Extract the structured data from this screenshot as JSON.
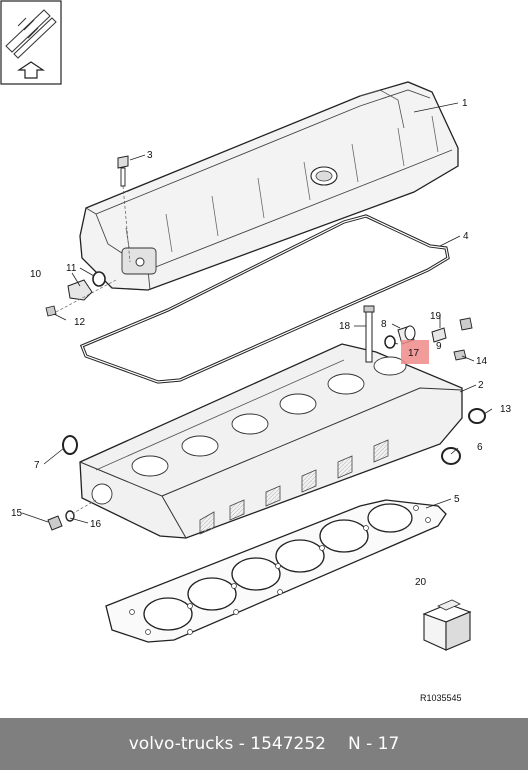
{
  "diagram": {
    "callouts": {
      "p1": "1",
      "p2": "2",
      "p3": "3",
      "p4": "4",
      "p5": "5",
      "p6": "6",
      "p7": "7",
      "p8": "8",
      "p9": "9",
      "p10": "10",
      "p11": "11",
      "p12": "12",
      "p13": "13",
      "p14": "14",
      "p15": "15",
      "p16": "16",
      "p17": "17",
      "p18": "18",
      "p19": "19",
      "p20": "20"
    },
    "highlighted_part": "17",
    "highlight_color": "#ef8a8a",
    "reference_code": "R1035545",
    "icons": [
      "engine-orientation-icon",
      "up-arrow-icon",
      "kit-box-icon"
    ]
  },
  "footer": {
    "brand_and_part": "volvo-trucks - 1547252",
    "position_code": "N - 17",
    "background_color": "#7f7f7f"
  }
}
